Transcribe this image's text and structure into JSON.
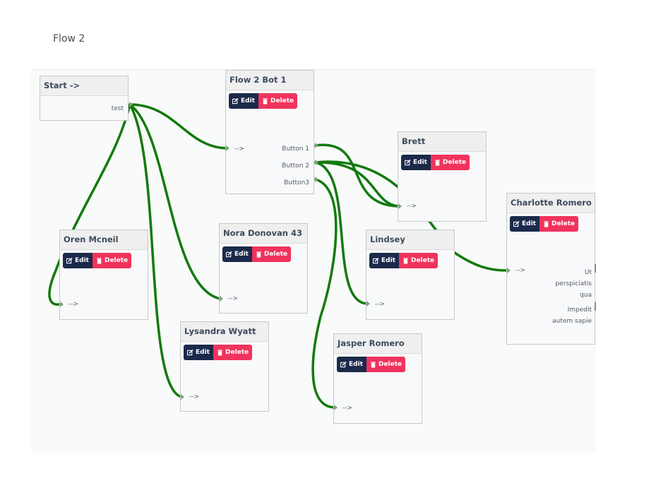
{
  "flow": {
    "title": "Flow 2"
  },
  "labels": {
    "edit": "Edit",
    "delete": "Delete",
    "in": "-->"
  },
  "colors": {
    "wire": "#137a0e",
    "edit": "#1b2a4b",
    "delete": "#f0335d"
  },
  "icons": {
    "edit": "edit-icon",
    "delete": "trash-icon"
  },
  "nodes": {
    "start": {
      "title": "Start ->",
      "outputs": [
        "test"
      ]
    },
    "bot1": {
      "title": "Flow 2 Bot 1",
      "outputs": [
        "Button 1",
        "Button 2",
        "Button3"
      ]
    },
    "brett": {
      "title": "Brett"
    },
    "charlotte": {
      "title": "Charlotte Romero",
      "outputs": [
        "Ut perspiciatis qua",
        "Impedit autem sapie"
      ]
    },
    "oren": {
      "title": "Oren Mcneil"
    },
    "nora": {
      "title": "Nora Donovan 43"
    },
    "lindsey": {
      "title": "Lindsey"
    },
    "lysandra": {
      "title": "Lysandra Wyatt"
    },
    "jasper": {
      "title": "Jasper Romero"
    }
  }
}
